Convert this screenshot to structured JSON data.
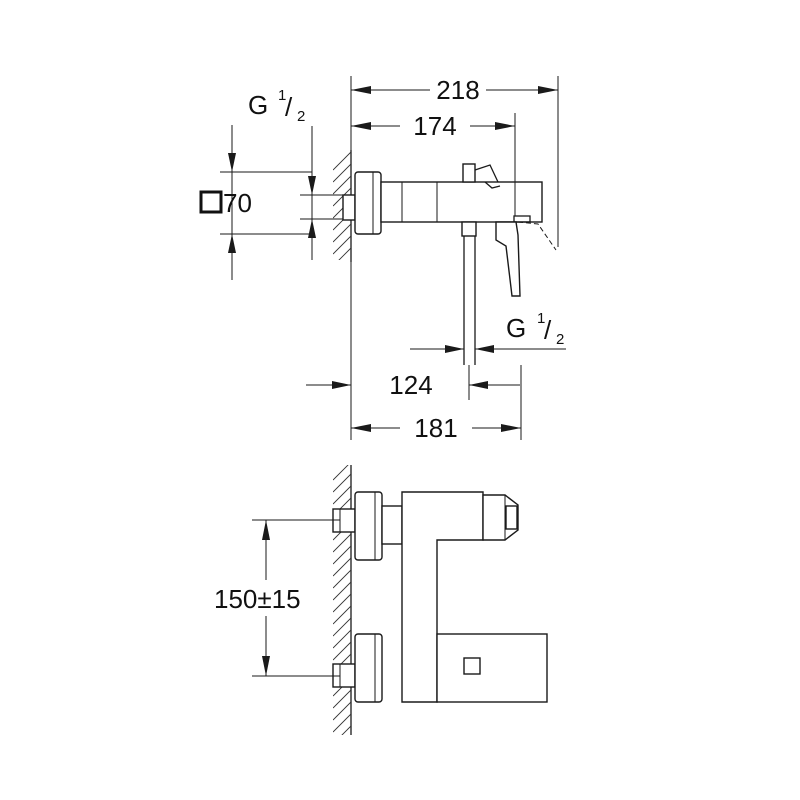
{
  "dimensions": {
    "width_218": "218",
    "width_174": "174",
    "thread_top_letter": "G",
    "thread_top_num": "1",
    "thread_top_den": "2",
    "square_70": "70",
    "thread_bottom_letter": "G",
    "thread_bottom_num": "1",
    "thread_bottom_den": "2",
    "offset_124": "124",
    "width_181": "181",
    "centers_150": "150",
    "tolerance": "±15"
  }
}
